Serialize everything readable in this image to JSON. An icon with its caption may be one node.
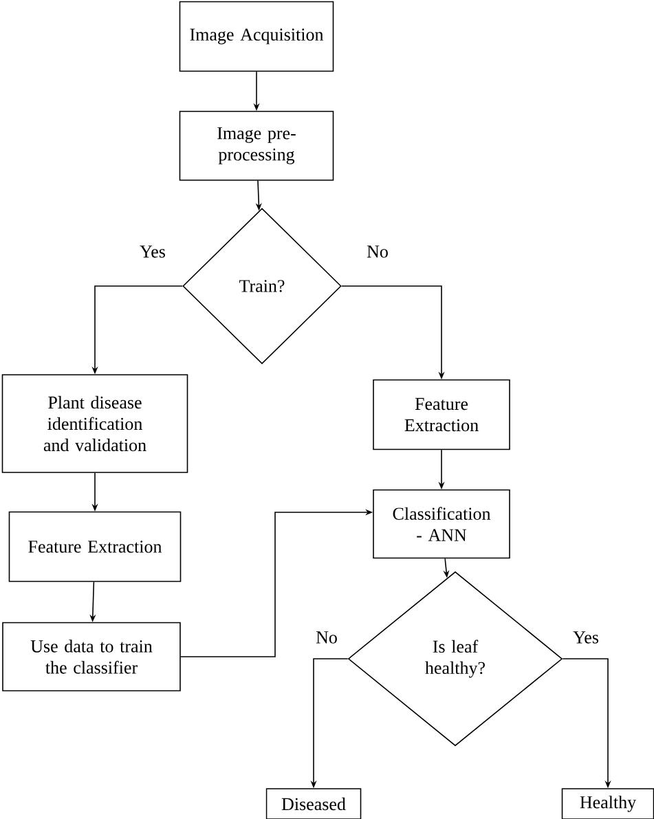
{
  "diagram": {
    "nodes": [
      {
        "text": [
          "Image Acquisition"
        ]
      },
      {
        "text": [
          "Image pre-processing"
        ]
      },
      {
        "text": [
          "Train?"
        ]
      },
      {
        "text": [
          "Plant disease identification and validation"
        ]
      },
      {
        "text": [
          "Feature Extraction"
        ]
      },
      {
        "text": [
          "Use data to train the classifier"
        ]
      },
      {
        "text": [
          "Feature Extraction"
        ]
      },
      {
        "text": [
          "Classification - ANN"
        ]
      },
      {
        "text": [
          "Is leaf healthy?"
        ]
      },
      {
        "text": [
          "Diseased"
        ]
      },
      {
        "text": [
          "Healthy"
        ]
      }
    ],
    "edges": [
      {
        "from": 0,
        "to": 1,
        "arrow": "to"
      },
      {
        "from": 1,
        "to": 2,
        "arrow": "to"
      },
      {
        "from": 2,
        "to": 3,
        "arrow": "to",
        "label": "Yes"
      },
      {
        "from": 2,
        "to": 6,
        "arrow": "to",
        "label": "No"
      },
      {
        "from": 3,
        "to": 4,
        "arrow": "to"
      },
      {
        "from": 4,
        "to": 5,
        "arrow": "to"
      },
      {
        "from": 6,
        "to": 7,
        "arrow": "to"
      },
      {
        "from": 5,
        "to": 7,
        "arrow": "to"
      },
      {
        "from": 7,
        "to": 8,
        "arrow": "to"
      },
      {
        "from": 8,
        "to": 9,
        "arrow": "to",
        "label": "No"
      },
      {
        "from": 8,
        "to": 10,
        "arrow": "to",
        "label": "Yes"
      }
    ]
  }
}
